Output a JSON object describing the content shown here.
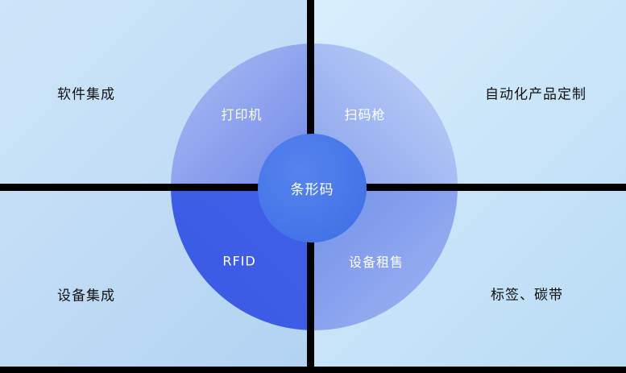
{
  "diagram": {
    "center": {
      "label": "条形码"
    },
    "ring": [
      {
        "id": "printer",
        "label": "打印机"
      },
      {
        "id": "scanner",
        "label": "扫码枪"
      },
      {
        "id": "rfid",
        "label": "RFID"
      },
      {
        "id": "rental",
        "label": "设备租售"
      }
    ],
    "corners": [
      {
        "id": "software-integration",
        "label": "软件集成"
      },
      {
        "id": "automation-customization",
        "label": "自动化产品定制"
      },
      {
        "id": "device-integration",
        "label": "设备集成"
      },
      {
        "id": "labels-ribbons",
        "label": "标签、碳带"
      }
    ],
    "colors": {
      "center_circle": "#4574e8",
      "rfid_fill": "#3a5ae6",
      "divider": "#000000",
      "bg_light": "#cfe7fb",
      "bg_deep": "#b7d8f4"
    }
  }
}
